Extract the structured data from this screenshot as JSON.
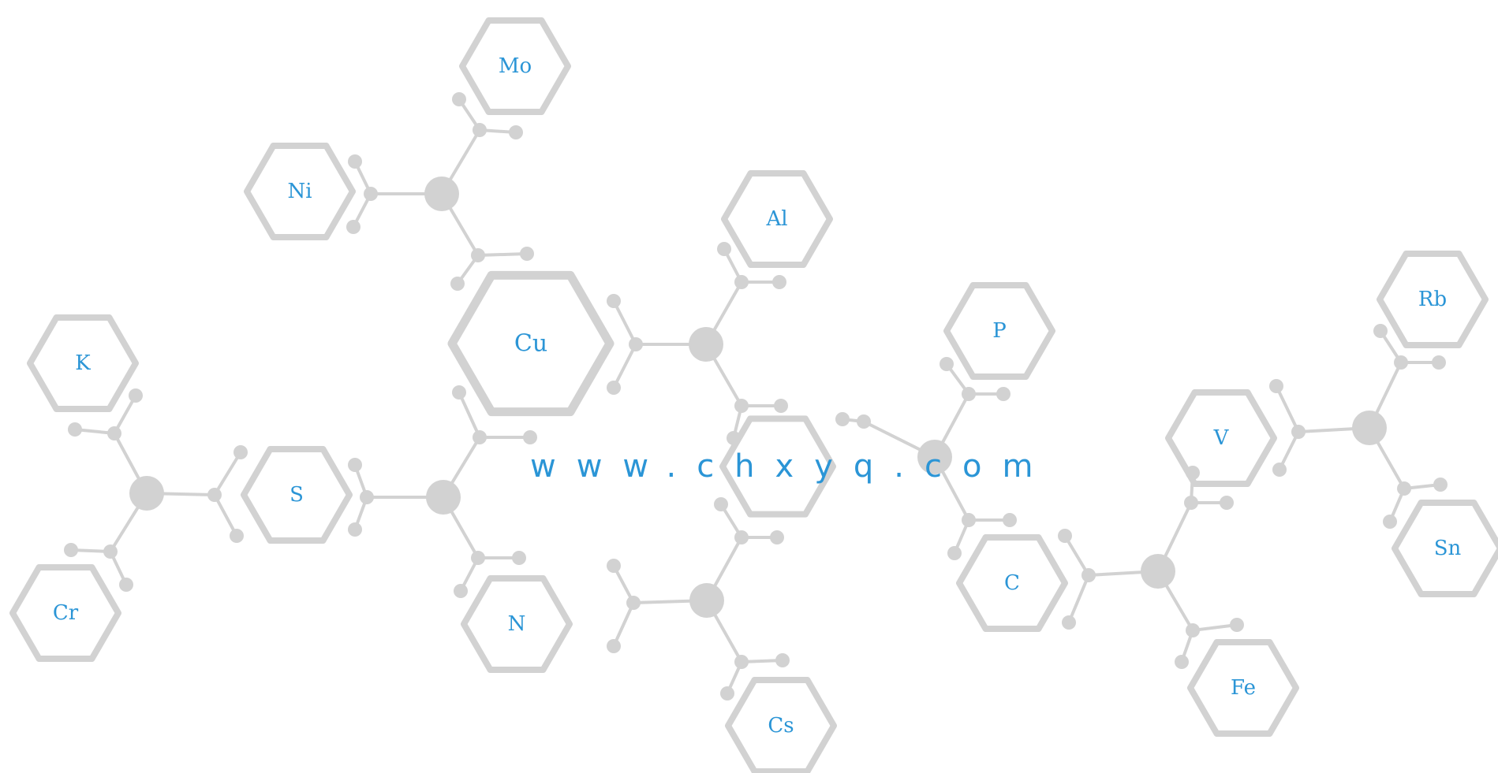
{
  "watermark": "www.chxyq.com",
  "colors": {
    "label": "#2b95d6",
    "structure": "#d2d2d2",
    "background": "#ffffff"
  },
  "elements": [
    {
      "symbol": "Mo"
    },
    {
      "symbol": "Ni"
    },
    {
      "symbol": "Al"
    },
    {
      "symbol": "Cu"
    },
    {
      "symbol": "K"
    },
    {
      "symbol": "S"
    },
    {
      "symbol": "P"
    },
    {
      "symbol": "Rb"
    },
    {
      "symbol": "V"
    },
    {
      "symbol": "Cr"
    },
    {
      "symbol": "N"
    },
    {
      "symbol": "C"
    },
    {
      "symbol": "Sn"
    },
    {
      "symbol": "Fe"
    },
    {
      "symbol": "Cs"
    }
  ]
}
